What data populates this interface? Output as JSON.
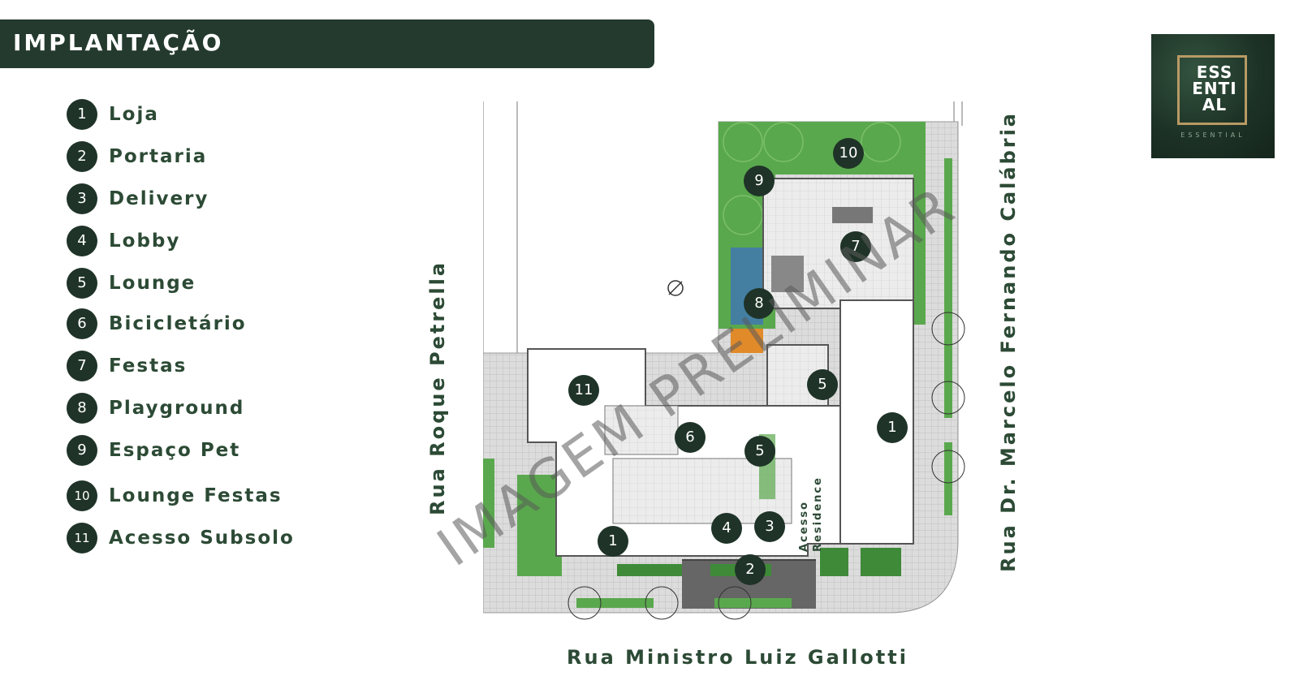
{
  "header": {
    "title": "IMPLANTAÇÃO"
  },
  "legend": [
    {
      "num": "1",
      "label": "Loja"
    },
    {
      "num": "2",
      "label": "Portaria"
    },
    {
      "num": "3",
      "label": "Delivery"
    },
    {
      "num": "4",
      "label": "Lobby"
    },
    {
      "num": "5",
      "label": "Lounge"
    },
    {
      "num": "6",
      "label": "Bicicletário"
    },
    {
      "num": "7",
      "label": "Festas"
    },
    {
      "num": "8",
      "label": "Playground"
    },
    {
      "num": "9",
      "label": "Espaço Pet"
    },
    {
      "num": "10",
      "label": "Lounge Festas"
    },
    {
      "num": "11",
      "label": "Acesso Subsolo"
    }
  ],
  "logo": {
    "lines": [
      "ESS",
      "ENTI",
      "AL"
    ],
    "subtitle": "ESSENTIAL"
  },
  "streets": {
    "bottom": "Rua Ministro Luiz Gallotti",
    "left": "Rua Roque Petrella",
    "right": "Rua Dr. Marcelo Fernando Calábria"
  },
  "watermark": "IMAGEM PRELIMINAR",
  "map_labels": {
    "acesso_line1": "Acesso",
    "acesso_line2": "Residence",
    "badges": [
      "1",
      "1",
      "2",
      "3",
      "4",
      "5",
      "5",
      "6",
      "7",
      "8",
      "9",
      "10",
      "11"
    ]
  },
  "colors": {
    "dark_green": "#243a2e",
    "badge": "#1f3328",
    "text_green": "#2c4a35",
    "lawn": "#4f9a45",
    "paving": "#d9d9d9",
    "logo_gold": "#b89a64"
  }
}
